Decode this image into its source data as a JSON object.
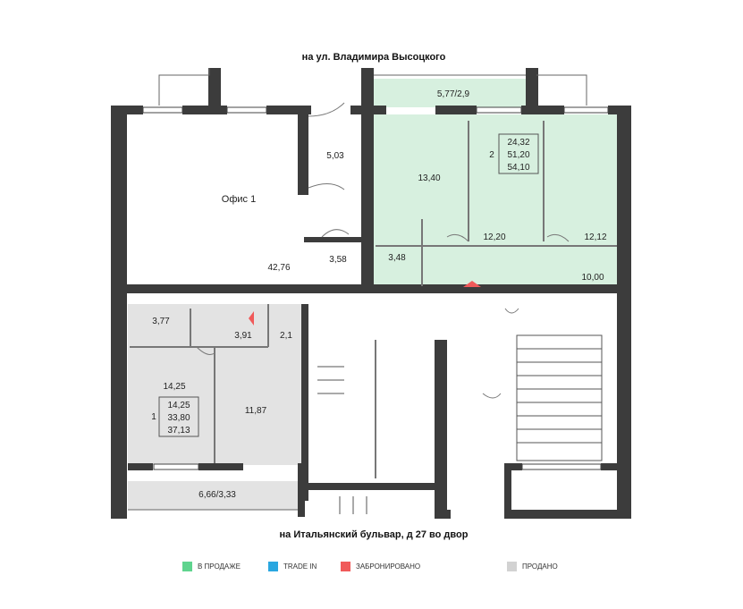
{
  "streets": {
    "top": "на ул. Владимира Высоцкого",
    "bottom": "на Итальянский бульвар, д 27 во двор"
  },
  "colors": {
    "for_sale": "#5fd48e",
    "trade_in": "#2aa7e0",
    "reserved": "#f05a5a",
    "sold": "#d2d2d2",
    "wall": "#3c3c3c",
    "apt2_fill": "#d7f0df",
    "apt1_fill": "#e3e3e3"
  },
  "office": {
    "name": "Офис 1",
    "area": "42,76",
    "room_a": "5,03",
    "room_b": "3,58"
  },
  "apartment2": {
    "number": "2",
    "areas": [
      "24,32",
      "51,20",
      "54,10"
    ],
    "rooms": {
      "balcony": "5,77/2,9",
      "kitchen": "13,40",
      "bath": "3,48",
      "room_a": "12,20",
      "room_b": "12,12",
      "hall": "10,00"
    }
  },
  "apartment1": {
    "number": "1",
    "areas": [
      "14,25",
      "33,80",
      "37,13"
    ],
    "rooms": {
      "bath": "3,77",
      "hall": "3,91",
      "closet": "2,1",
      "room": "14,25",
      "kitchen": "11,87",
      "loggia": "6,66/3,33"
    }
  },
  "legend": [
    {
      "label": "В ПРОДАЖЕ",
      "color": "#5fd48e"
    },
    {
      "label": "TRADE IN",
      "color": "#2aa7e0"
    },
    {
      "label": "ЗАБРОНИРОВАНО",
      "color": "#f05a5a"
    },
    {
      "label": "ПРОДАНО",
      "color": "#d2d2d2"
    }
  ]
}
